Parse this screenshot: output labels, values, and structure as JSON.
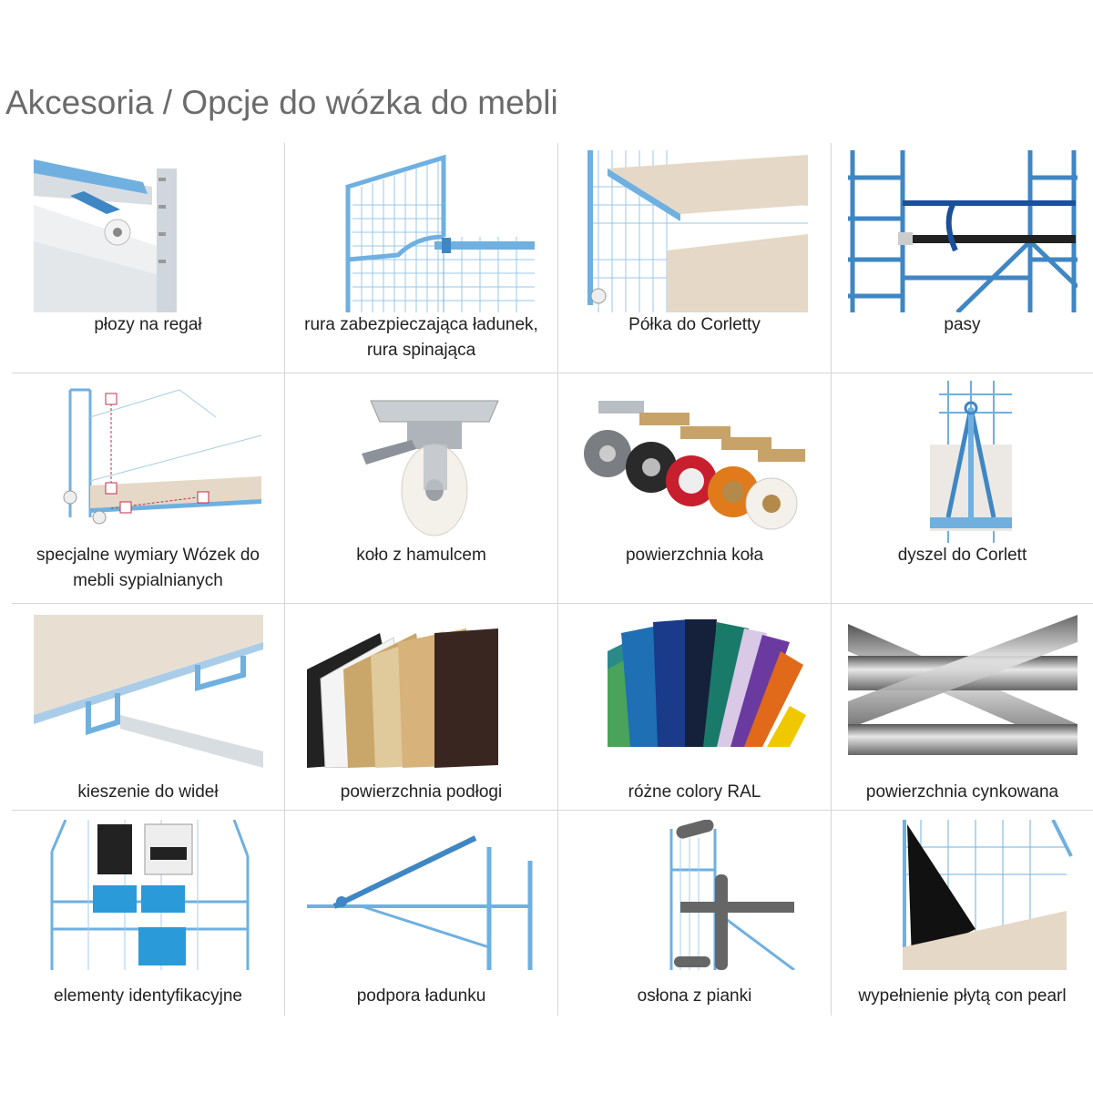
{
  "page": {
    "title": "Akcesoria / Opcje do wózka do mebli"
  },
  "items": [
    {
      "caption": "płozy na regał",
      "icon": "shelf-runners-image"
    },
    {
      "caption": "rura zabezpieczająca ładunek,\nrura spinająca",
      "icon": "load-securing-tube-image"
    },
    {
      "caption": "Półka do Corletty",
      "icon": "corletta-shelf-image"
    },
    {
      "caption": "pasy",
      "icon": "straps-image"
    },
    {
      "caption": "specjalne wymiary Wózek do\nmebli sypialnianych",
      "icon": "special-dimensions-image"
    },
    {
      "caption": "koło z hamulcem",
      "icon": "brake-wheel-image"
    },
    {
      "caption": "powierzchnia koła",
      "icon": "wheel-surface-image"
    },
    {
      "caption": "dyszel do Corlett",
      "icon": "drawbar-image"
    },
    {
      "caption": "kieszenie do wideł",
      "icon": "fork-pockets-image"
    },
    {
      "caption": "powierzchnia podłogi",
      "icon": "floor-surface-image"
    },
    {
      "caption": "różne colory RAL",
      "icon": "ral-colors-image"
    },
    {
      "caption": "powierzchnia cynkowana",
      "icon": "galvanized-surface-image"
    },
    {
      "caption": "elementy identyfikacyjne",
      "icon": "identification-elements-image"
    },
    {
      "caption": "podpora ładunku",
      "icon": "load-support-image"
    },
    {
      "caption": "osłona z pianki",
      "icon": "foam-cover-image"
    },
    {
      "caption": "wypełnienie płytą con pearl",
      "icon": "pearl-board-infill-image"
    }
  ],
  "colors": {
    "frame": "#6fb0e0",
    "frame_dark": "#3f86c4",
    "board": "#e8dfd2",
    "caption": "#222222",
    "title": "#6b6b6b",
    "divider": "#d6d6d6"
  }
}
